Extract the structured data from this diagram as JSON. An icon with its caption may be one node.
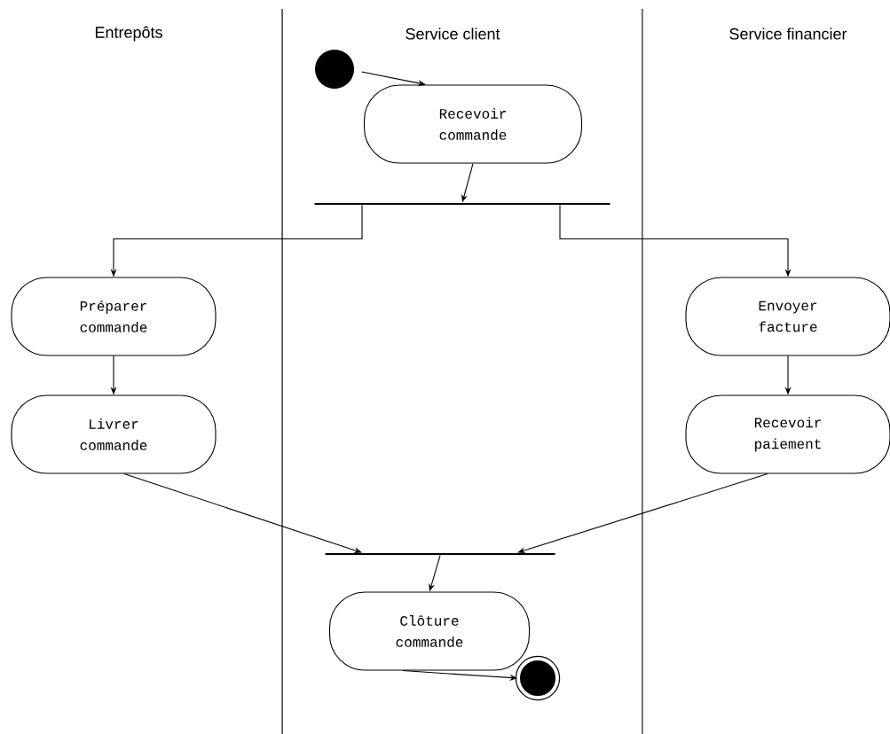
{
  "diagram": {
    "nodes": [
      {
        "text": [],
        "shape": "circle"
      },
      {
        "text": [
          "Recevoir commande"
        ]
      },
      {
        "text": [],
        "shape": "bar"
      },
      {
        "text": [
          "Préparer commande"
        ]
      },
      {
        "text": [
          "Livrer commande"
        ]
      },
      {
        "text": [
          "Envoyer facture"
        ]
      },
      {
        "text": [
          "Recevoir paiement"
        ]
      },
      {
        "text": [],
        "shape": "bar"
      },
      {
        "text": [
          "Clôture commande"
        ]
      },
      {
        "text": [],
        "shape": "bullseye"
      }
    ],
    "edges": [
      {
        "from": 0,
        "to": 1,
        "arrow": "to"
      },
      {
        "from": 1,
        "to": 2,
        "arrow": "to"
      },
      {
        "from": 2,
        "to": 3,
        "arrow": "to"
      },
      {
        "from": 2,
        "to": 5,
        "arrow": "to"
      },
      {
        "from": 3,
        "to": 4,
        "arrow": "to"
      },
      {
        "from": 5,
        "to": 6,
        "arrow": "to"
      },
      {
        "from": 4,
        "to": 7,
        "arrow": "to"
      },
      {
        "from": 6,
        "to": 7,
        "arrow": "to"
      },
      {
        "from": 7,
        "to": 8,
        "arrow": "to"
      },
      {
        "from": 8,
        "to": 9,
        "arrow": "to"
      }
    ],
    "labels": [
      "Entrepôts",
      "Service client",
      "Service financier"
    ]
  }
}
